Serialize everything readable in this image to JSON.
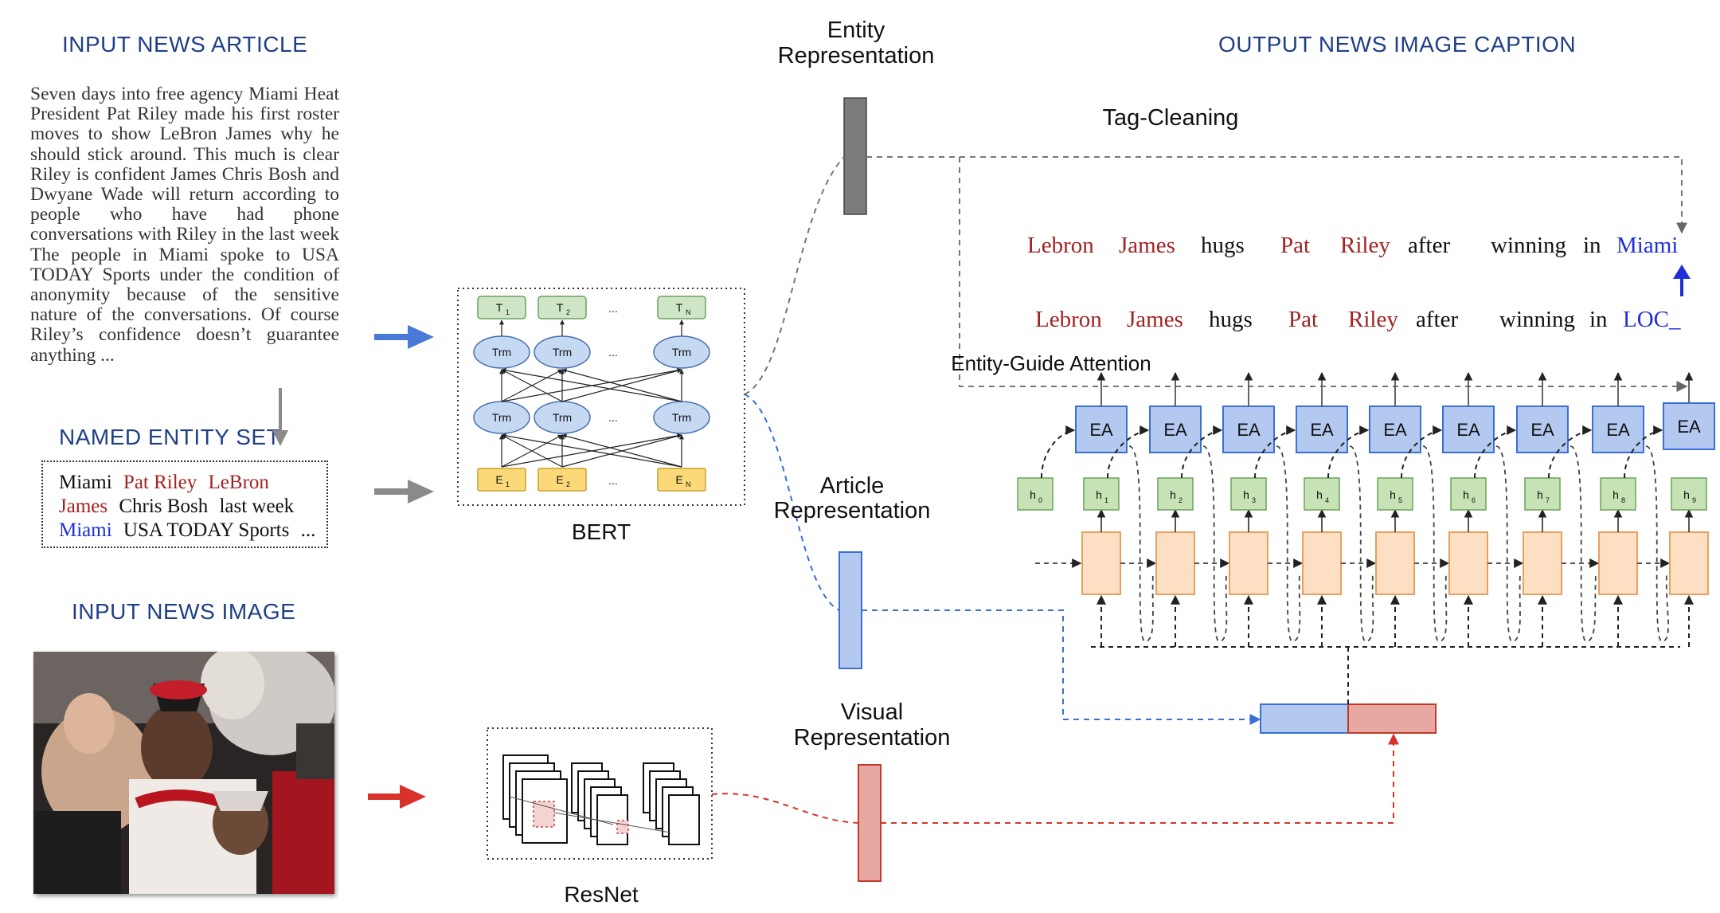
{
  "headings": {
    "input_article": "INPUT NEWS ARTICLE",
    "named_entity_set": "NAMED ENTITY SET",
    "input_image": "INPUT NEWS IMAGE",
    "output_caption": "OUTPUT NEWS IMAGE CAPTION"
  },
  "article_text": "Seven days into free agency Miami Heat President Pat Riley made his first roster moves to show LeBron James why he should stick around. This much is clear Riley is confident James Chris Bosh and Dwyane Wade will return according to people who have had phone conversations with Riley in the last week The people in Miami spoke to USA TODAY Sports under the condition of anonymity because of the sensitive nature of the conversations. Of course Riley’s confidence doesn’t guarantee anything ...",
  "entity_set": {
    "line1": [
      "Miami",
      "Pat Riley",
      "LeBron"
    ],
    "line2": [
      "James",
      "Chris Bosh",
      "last week"
    ],
    "line3": [
      "Miami",
      "USA TODAY Sports",
      "..."
    ]
  },
  "labels": {
    "bert": "BERT",
    "resnet": "ResNet",
    "entity_rep_1": "Entity",
    "entity_rep_2": "Representation",
    "article_rep_1": "Article",
    "article_rep_2": "Representation",
    "visual_rep_1": "Visual",
    "visual_rep_2": "Representation",
    "tag_cleaning": "Tag-Cleaning",
    "entity_guide_attention": "Entity-Guide Attention"
  },
  "caption_final": [
    "Lebron",
    "James",
    "hugs",
    "Pat",
    "Riley",
    "after",
    "winning",
    "in",
    "Miami"
  ],
  "caption_tagged": [
    "Lebron",
    "James",
    "hugs",
    "Pat",
    "Riley",
    "after",
    "winning",
    "in",
    "LOC_"
  ],
  "decoder": {
    "attention_label": "EA",
    "hidden_states": [
      "h",
      "h",
      "h",
      "h",
      "h",
      "h",
      "h",
      "h",
      "h",
      "h"
    ],
    "hidden_subscripts": [
      "0",
      "1",
      "2",
      "3",
      "4",
      "5",
      "6",
      "7",
      "8",
      "9"
    ]
  },
  "bert_tokens": {
    "outputs": [
      "T",
      "T",
      "...",
      "T"
    ],
    "output_subs": [
      "1",
      "2",
      "",
      "N"
    ],
    "layer": "Trm",
    "inputs": [
      "E",
      "E",
      "...",
      "E"
    ],
    "input_subs": [
      "1",
      "2",
      "",
      "N"
    ]
  },
  "colors": {
    "heading": "#1f3f86",
    "entity_red": "#a32222",
    "entity_blue": "#1f2fd8",
    "article_rep": "#b3c9f0",
    "visual_rep": "#e7a7a2",
    "entity_rep": "#7b7b7b",
    "ea_box": "#b3c9f0",
    "hidden_box": "#c7e3b5",
    "rnn_box": "#fde0c4"
  }
}
